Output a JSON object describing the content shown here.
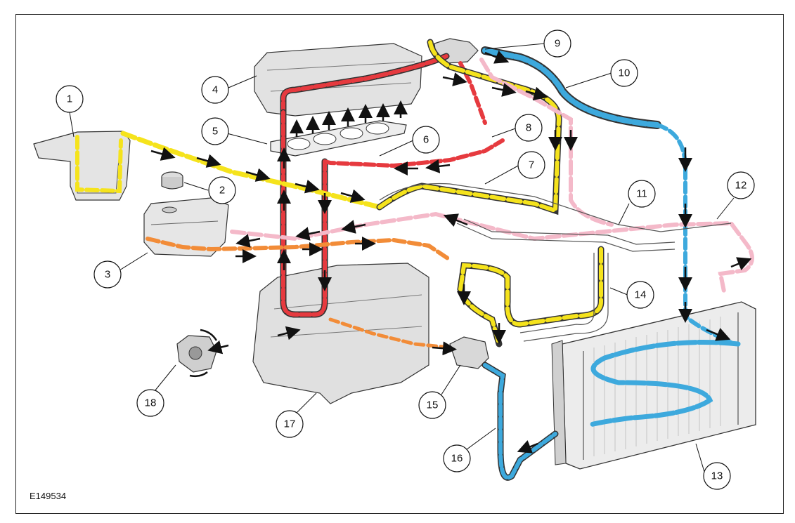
{
  "figure_id": "E149534",
  "callouts": [
    "1",
    "2",
    "3",
    "4",
    "5",
    "6",
    "7",
    "8",
    "9",
    "10",
    "11",
    "12",
    "13",
    "14",
    "15",
    "16",
    "17",
    "18"
  ],
  "colors": {
    "hot_coolant": "#e63a3f",
    "cold_coolant": "#3da9dd",
    "degas_return": "#f5e31c",
    "heater_return": "#f4b9c9",
    "expansion_feed": "#f28c38",
    "flow_arrow": "#111111",
    "part_outline": "#333333",
    "part_fill": "#e8e8e8"
  }
}
